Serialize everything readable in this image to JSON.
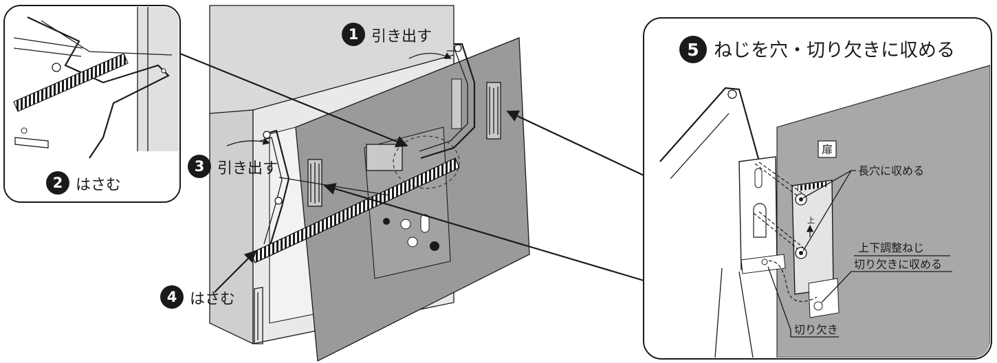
{
  "steps": {
    "s1": {
      "num": "1",
      "label": "引き出す"
    },
    "s2": {
      "num": "2",
      "label": "はさむ"
    },
    "s3": {
      "num": "3",
      "label": "引き出す"
    },
    "s4": {
      "num": "4",
      "label": "はさむ"
    },
    "s5": {
      "num": "5",
      "label": "ねじを穴・切り欠きに収める"
    }
  },
  "callouts": {
    "door": "扉",
    "slot": "長穴に収める",
    "adjust_line1": "上下調整ねじ",
    "adjust_line2": "切り欠きに収める",
    "notch": "切り欠き",
    "up_mark": "上"
  },
  "colors": {
    "cabinet_face": "#e9e9e9",
    "cabinet_side": "#d6d6d6",
    "door": "#9a9a9a",
    "door_detail": "#a2a2a2",
    "line": "#1a1a1a",
    "badge": "#1a1a1a"
  },
  "icons": [
    "number-badge",
    "curved-arrow",
    "pointer-arrow",
    "teeth-rack",
    "screw-hole"
  ]
}
